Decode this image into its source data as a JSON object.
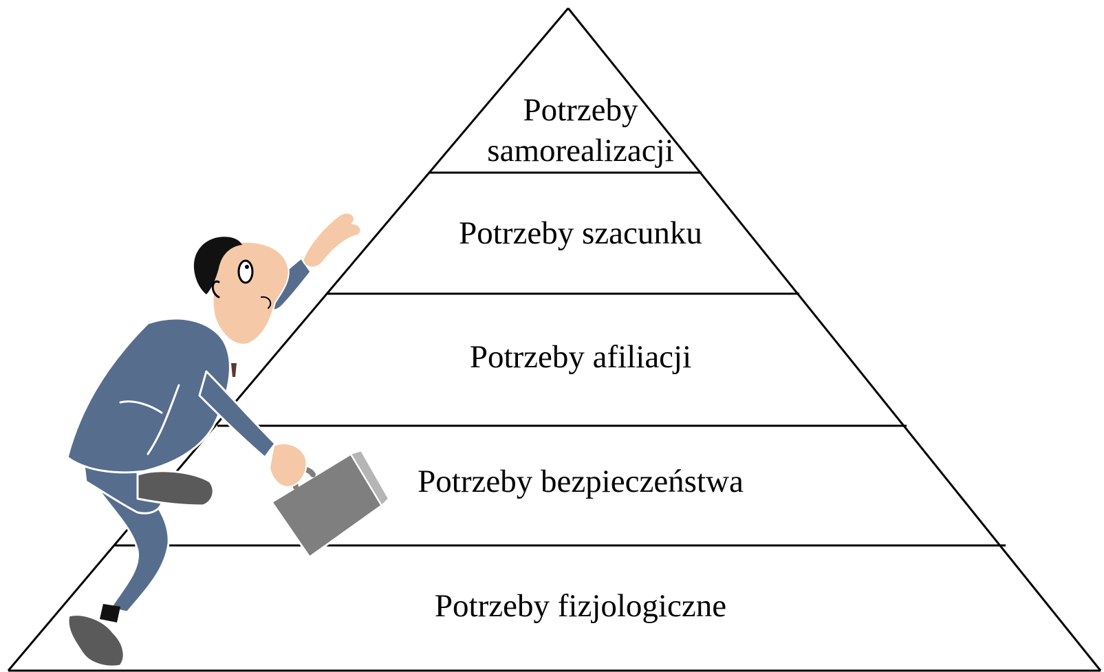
{
  "levels": [
    {
      "line1": "Potrzeby",
      "line2": "samorealizacji"
    },
    {
      "label": "Potrzeby szacunku"
    },
    {
      "label": "Potrzeby afiliacji"
    },
    {
      "label": "Potrzeby bezpieczeństwa"
    },
    {
      "label": "Potrzeby fizjologiczne"
    }
  ],
  "colors": {
    "lines": "#000000",
    "suit": "#566d8e",
    "skin": "#f5c9a8",
    "hair": "#111111",
    "briefcase": "#7f7f7f",
    "shoe": "#5a5a5a"
  },
  "illustration": "businessman-climbing-icon"
}
